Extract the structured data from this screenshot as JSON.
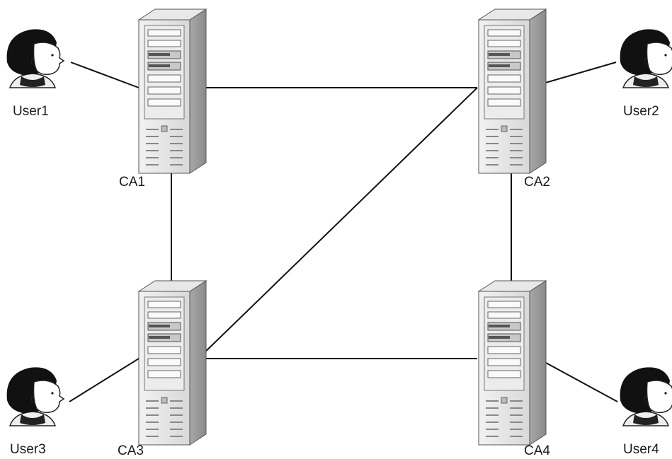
{
  "diagram": {
    "servers": [
      {
        "id": "ca1",
        "label": "CA1"
      },
      {
        "id": "ca2",
        "label": "CA2"
      },
      {
        "id": "ca3",
        "label": "CA3"
      },
      {
        "id": "ca4",
        "label": "CA4"
      }
    ],
    "users": [
      {
        "id": "user1",
        "label": "User1",
        "connects_to": "ca1"
      },
      {
        "id": "user2",
        "label": "User2",
        "connects_to": "ca2"
      },
      {
        "id": "user3",
        "label": "User3",
        "connects_to": "ca3"
      },
      {
        "id": "user4",
        "label": "User4",
        "connects_to": "ca4"
      }
    ],
    "links": [
      [
        "ca1",
        "ca2"
      ],
      [
        "ca1",
        "ca3"
      ],
      [
        "ca2",
        "ca4"
      ],
      [
        "ca3",
        "ca4"
      ],
      [
        "ca3",
        "ca2"
      ],
      [
        "user1",
        "ca1"
      ],
      [
        "user2",
        "ca2"
      ],
      [
        "user3",
        "ca3"
      ],
      [
        "user4",
        "ca4"
      ]
    ]
  }
}
